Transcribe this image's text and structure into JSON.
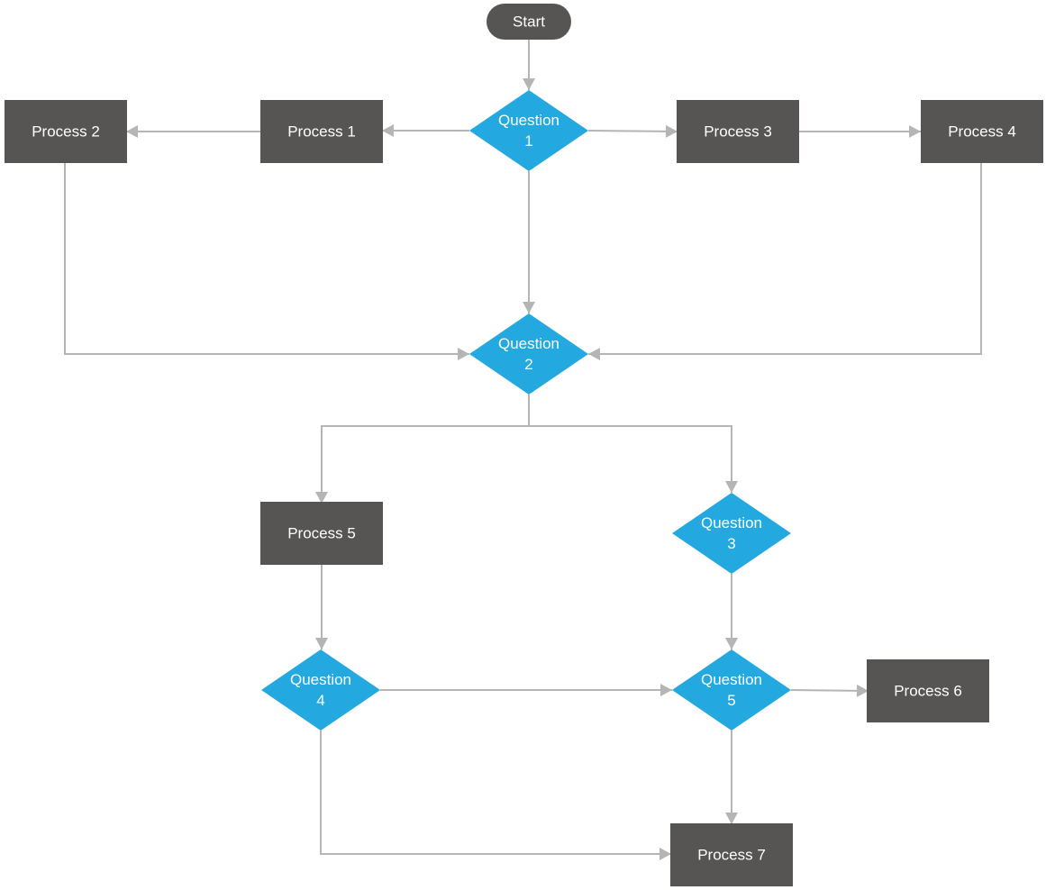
{
  "colors": {
    "process": "#575553",
    "terminal": "#575553",
    "decision": "#23a8e0",
    "connector": "#b5b5b5",
    "text": "#ffffff"
  },
  "nodes": {
    "start": {
      "type": "terminal",
      "lines": [
        "Start"
      ]
    },
    "q1": {
      "type": "decision",
      "lines": [
        "Question",
        "1"
      ]
    },
    "q2": {
      "type": "decision",
      "lines": [
        "Question",
        "2"
      ]
    },
    "q3": {
      "type": "decision",
      "lines": [
        "Question",
        "3"
      ]
    },
    "q4": {
      "type": "decision",
      "lines": [
        "Question",
        "4"
      ]
    },
    "q5": {
      "type": "decision",
      "lines": [
        "Question",
        "5"
      ]
    },
    "p1": {
      "type": "process",
      "lines": [
        "Process 1"
      ]
    },
    "p2": {
      "type": "process",
      "lines": [
        "Process 2"
      ]
    },
    "p3": {
      "type": "process",
      "lines": [
        "Process 3"
      ]
    },
    "p4": {
      "type": "process",
      "lines": [
        "Process 4"
      ]
    },
    "p5": {
      "type": "process",
      "lines": [
        "Process 5"
      ]
    },
    "p6": {
      "type": "process",
      "lines": [
        "Process 6"
      ]
    },
    "p7": {
      "type": "process",
      "lines": [
        "Process 7"
      ]
    }
  },
  "edges": [
    {
      "from": "start",
      "to": "q1"
    },
    {
      "from": "q1",
      "to": "p1"
    },
    {
      "from": "p1",
      "to": "p2"
    },
    {
      "from": "q1",
      "to": "p3"
    },
    {
      "from": "p3",
      "to": "p4"
    },
    {
      "from": "q1",
      "to": "q2"
    },
    {
      "from": "p2",
      "to": "q2"
    },
    {
      "from": "p4",
      "to": "q2"
    },
    {
      "from": "q2",
      "to": "p5"
    },
    {
      "from": "q2",
      "to": "q3"
    },
    {
      "from": "p5",
      "to": "q4"
    },
    {
      "from": "q3",
      "to": "q5"
    },
    {
      "from": "q4",
      "to": "q5"
    },
    {
      "from": "q5",
      "to": "p6"
    },
    {
      "from": "q5",
      "to": "p7"
    },
    {
      "from": "q4",
      "to": "p7"
    }
  ]
}
